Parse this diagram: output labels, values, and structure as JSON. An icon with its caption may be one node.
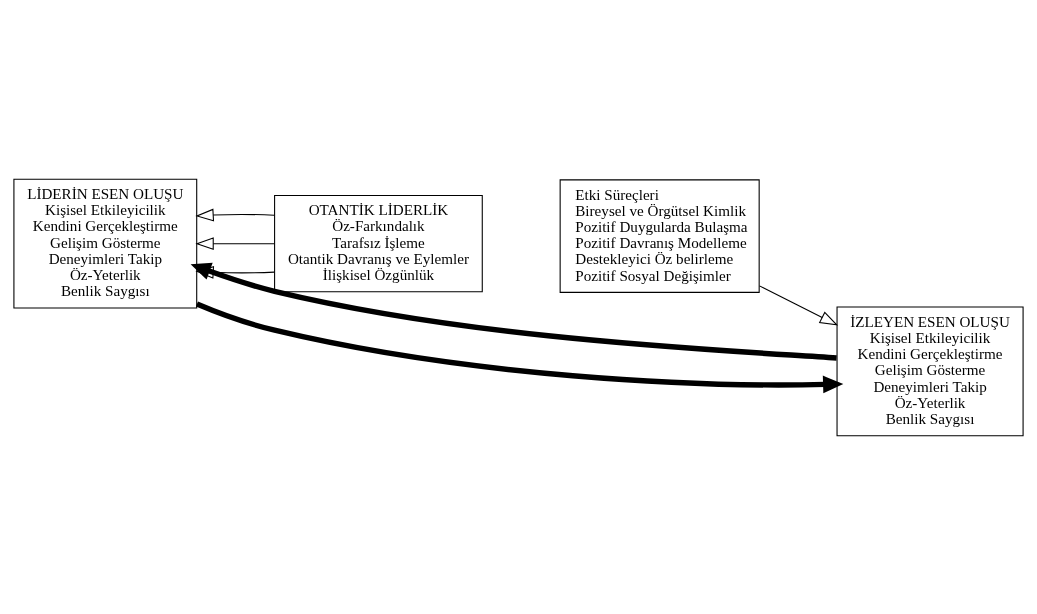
{
  "diagram": {
    "nodes": [
      {
        "text": [
          "LİDERİN ESEN OLUŞU",
          "Kişisel Etkileyicilik",
          "Kendini Gerçekleştirme",
          "Gelişim Gösterme",
          "Deneyimleri Takip",
          "Öz-Yeterlik",
          "Benlik Saygısı"
        ]
      },
      {
        "text": [
          "OTANTİK LİDERLİK",
          "Öz-Farkındalık",
          "Tarafsız İşleme",
          "Otantik Davranış ve Eylemler",
          "İlişkisel Özgünlük"
        ]
      },
      {
        "text": [
          "Etki Süreçleri",
          "Bireysel ve Örgütsel Kimlik",
          "Pozitif Duygularda Bulaşma",
          "Pozitif Davranış Modelleme",
          "Destekleyici Öz belirleme",
          "Pozitif Sosyal Değişimler"
        ]
      },
      {
        "text": [
          "İZLEYEN ESEN OLUŞU",
          "Kişisel Etkileyicilik",
          "Kendini Gerçekleştirme",
          "Gelişim Gösterme",
          "Deneyimleri Takip",
          "Öz-Yeterlik",
          "Benlik Saygısı"
        ]
      }
    ],
    "edges": [
      {
        "from": 0,
        "to": 3,
        "arrow": "to",
        "style": "thick"
      },
      {
        "from": 1,
        "to": 0,
        "arrow": "to"
      },
      {
        "from": 1,
        "to": 0,
        "arrow": "to"
      },
      {
        "from": 1,
        "to": 0,
        "arrow": "to"
      },
      {
        "from": 2,
        "to": 3,
        "arrow": "to"
      },
      {
        "from": 3,
        "to": 0,
        "arrow": "to",
        "style": "thick"
      }
    ]
  }
}
